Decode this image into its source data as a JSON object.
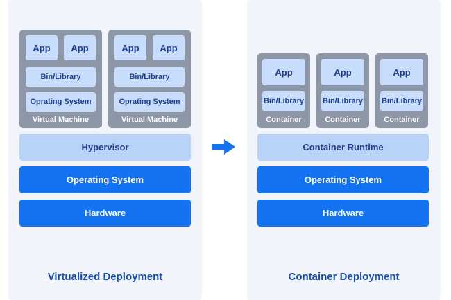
{
  "virtualized": {
    "vm1": {
      "app1": "App",
      "app2": "App",
      "bin_library": "Bin/Library",
      "os": "Oprating System",
      "caption": "Virtual Machine"
    },
    "vm2": {
      "app1": "App",
      "app2": "App",
      "bin_library": "Bin/Library",
      "os": "Oprating System",
      "caption": "Virtual Machine"
    },
    "hypervisor": "Hypervisor",
    "operating_system": "Operating System",
    "hardware": "Hardware",
    "title": "Virtualized Deployment"
  },
  "container": {
    "c1": {
      "app": "App",
      "bin_library": "Bin/Library",
      "caption": "Container"
    },
    "c2": {
      "app": "App",
      "bin_library": "Bin/Library",
      "caption": "Container"
    },
    "c3": {
      "app": "App",
      "bin_library": "Bin/Library",
      "caption": "Container"
    },
    "runtime": "Container Runtime",
    "operating_system": "Operating System",
    "hardware": "Hardware",
    "title": "Container Deployment"
  },
  "arrow": {
    "icon": "arrow-right-icon",
    "color": "#1473f0"
  },
  "colors": {
    "panel": "#f1f5fb",
    "gray_box": "#8d97a8",
    "light_box": "#c8dcfb",
    "blue_bar": "#1473f0",
    "title_text": "#1a4fa8"
  }
}
